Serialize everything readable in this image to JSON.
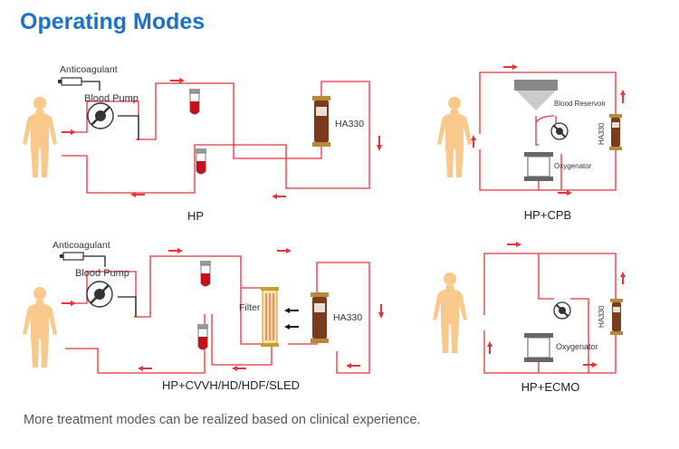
{
  "title": "Operating Modes",
  "footer": "More treatment modes can be realized based on clinical experience.",
  "colors": {
    "title": "#1a73c6",
    "circuit": "#e8323c",
    "body": "#f9c98c",
    "cartridge": "#7a3c1c"
  },
  "labels": {
    "anticoagulant": "Anticoagulant",
    "blood_pump": "Blood Pump",
    "ha330": "HA330",
    "filter": "Filter",
    "blood_reservoir": "Blood Reservoir",
    "oxygenator": "Oxygenator"
  },
  "captions": {
    "hp": "HP",
    "hp_cpb": "HP+CPB",
    "hp_cvvh": "HP+CVVH/HD/HDF/SLED",
    "hp_ecmo": "HP+ECMO"
  },
  "icons": [
    "human-body-icon",
    "syringe-icon",
    "blood-pump-icon",
    "drip-chamber-icon",
    "adsorption-cartridge-icon",
    "filter-icon",
    "oxygenator-icon",
    "reservoir-icon",
    "flow-arrow-icon"
  ]
}
